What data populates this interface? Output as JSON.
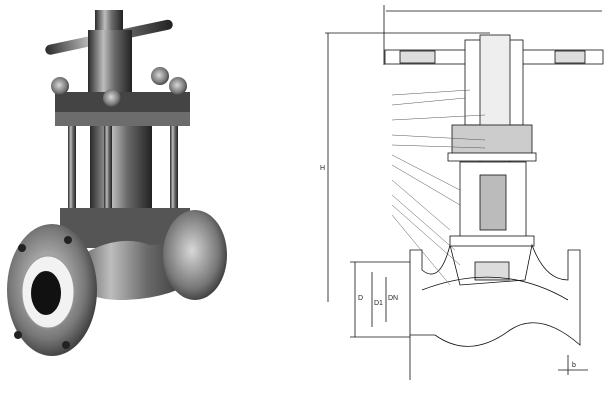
{
  "figure": {
    "photo_label": "valve-photo",
    "drawing_label": "valve-cross-section-drawing"
  },
  "dimensions": {
    "height": "H",
    "flange_outer": "D",
    "bolt_circle": "D1",
    "bore": "DN",
    "thickness": "b"
  },
  "colors": {
    "background": "#ffffff",
    "metal_dark": "#3a3a3a",
    "metal_mid": "#7a7a7a",
    "metal_light": "#c8c8c8",
    "line": "#111111"
  }
}
